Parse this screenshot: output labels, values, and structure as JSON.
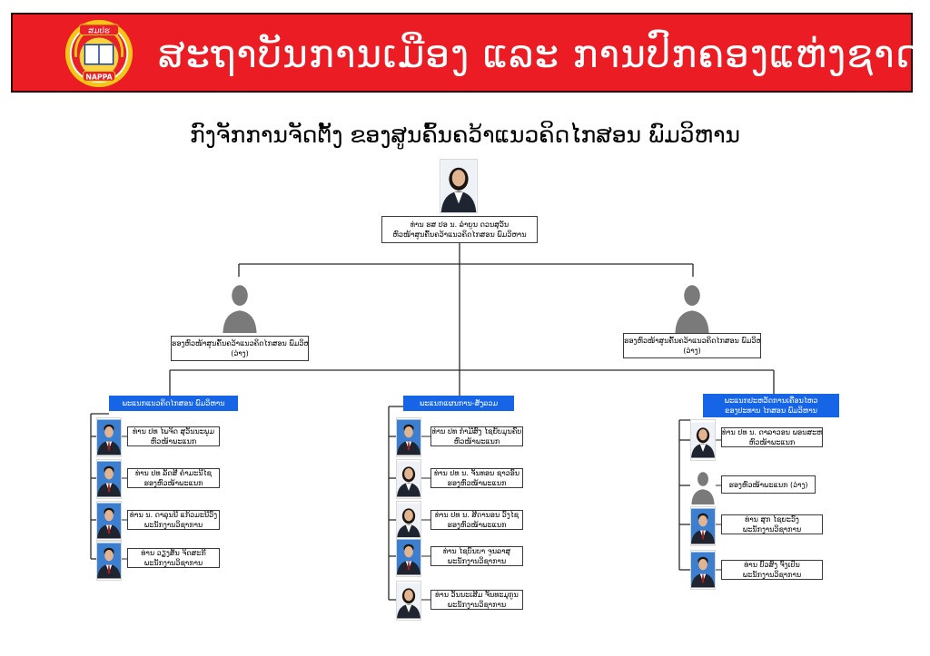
{
  "banner": {
    "title": "ສະຖາບັນການເມືອງ ແລະ ການປົກຄອງແຫ່ງຊາດ",
    "logo_top_text": "ສມປຮ",
    "logo_bottom_text": "NAPPA",
    "background": "#ec1c24"
  },
  "page_title": "ກົງຈັກການຈັດຕັ້ງ ຂອງສູນຄົ້ນຄວ້າແນວຄິດໄກສອນ ພົມວິຫານ",
  "director": {
    "line1": "ທ່ານ ຮສ ປອ ນ. ລຳຍູນ ດວນສຸວັນ",
    "line2": "ຫົວໜ້າສູນຄົ້ນຄວ້າແນວຄິດໄກສອນ ພົມວິຫານ"
  },
  "deputies": [
    {
      "line1": "ຮອງຫົວໜ້າສູນຄົ້ນຄວ້າແນວຄິດໄກສອນ ພົມວິຫານ",
      "line2": "(ວ່າງ)"
    },
    {
      "line1": "ຮອງຫົວໜ້າສູນຄົ້ນຄວ້າແນວຄິດໄກສອນ ພົມວິຫານ",
      "line2": "(ວ່າງ)"
    }
  ],
  "divisions": [
    {
      "header1": "ພະແນກແນວຄິດໄກສອນ ພົມວິຫານ",
      "header2": "",
      "members": [
        {
          "line1": "ທ່ານ ປທ ໄພຈິດ ສຸວັນນະພູມ",
          "line2": "ຫົວໜ້າພະແນກ",
          "gender": "male"
        },
        {
          "line1": "ທ່ານ ປທ ລັດສີ ຄຳມະນີໄຊ",
          "line2": "ຮອງຫົວໜ້າພະແນກ",
          "gender": "male"
        },
        {
          "line1": "ທ່ານ ນ. ດາລຸນນີ ແກ້ວມະນີວົງ",
          "line2": "ພະນັກງານວິຊາການ",
          "gender": "male"
        },
        {
          "line1": "ທ່ານ ວຽງສັນ ຈິດສະກີ",
          "line2": "ພະນັກງານວິຊາການ",
          "gender": "male"
        }
      ]
    },
    {
      "header1": "ພະແນກແຜນການ-ສັງລວມ",
      "header2": "",
      "members": [
        {
          "line1": "ທ່ານ ປທ ກຳມີສົງ ໄຊຍັບມຸນຄົບ",
          "line2": "ຫົວໜ້າພະແນກ",
          "gender": "male"
        },
        {
          "line1": "ທ່ານ ປທ ນ. ຈັນທອນ ຊາວອົນ",
          "line2": "ຮອງຫົວໜ້າພະແນກ",
          "gender": "female"
        },
        {
          "line1": "ທ່ານ ປທ ນ. ສີດານອນ ວົງໄຊ",
          "line2": "ຮອງຫົວໜ້າພະແນກ",
          "gender": "female"
        },
        {
          "line1": "ທ່ານ ໄຊບົນບາ ຈູນລາສຸ",
          "line2": "ພະນັກງານວິຊາການ",
          "gender": "male"
        },
        {
          "line1": "ທ່ານ ວັນນະເສີມ ຈັນທະມຸກູນ",
          "line2": "ພະນັກງານວິຊາການ",
          "gender": "female"
        }
      ]
    },
    {
      "header1": "ພະແນກປະຫວັດການເຄື່ອນໄຫວ",
      "header2": "ຂອງປະທານ ໄກສອນ ພົມວິຫານ",
      "members": [
        {
          "line1": "ທ່ານ ປທ ນ. ດາລາວອນ ພອນສະຫວັນ",
          "line2": "ຫົວໜ້າພະແນກ",
          "gender": "female"
        },
        {
          "line1": "ຮອງຫົວໜ້າພະແນກ (ວ່າງ)",
          "line2": "",
          "gender": "vacant"
        },
        {
          "line1": "ທ່ານ ສຸກ ໄຊຍະວົງ",
          "line2": "ພະນັກງານວິຊາການ",
          "gender": "male"
        },
        {
          "line1": "ທ່ານ ບົວສົງ ຈົງເປັນ",
          "line2": "ພະນັກງານວິຊາການ",
          "gender": "male"
        }
      ]
    }
  ],
  "colors": {
    "header_blue": "#1565e6",
    "suit_dark": "#1e2530",
    "shirt": "#ffffff",
    "tie": "#b01c1c",
    "photo_bg": "#3c7fd0",
    "silhouette": "#7a7a7a"
  }
}
